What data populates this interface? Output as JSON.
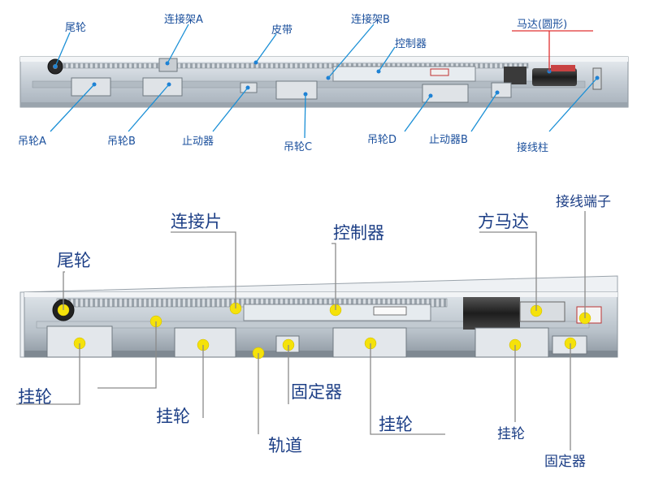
{
  "colors": {
    "callout_top": "#1a8fd6",
    "callout_bottom": "#8a8a8a",
    "marker_dot": "#f5e20a",
    "label_top": "#1a4f9c",
    "label_bottom": "#1d3f86",
    "motor_underline": "#e03030"
  },
  "top_diagram": {
    "labels": {
      "tail_wheel": "尾轮",
      "connector_a": "连接架A",
      "belt": "皮带",
      "connector_b": "连接架B",
      "controller": "控制器",
      "motor_round": "马达(圆形)",
      "hanger_a": "吊轮A",
      "hanger_b": "吊轮B",
      "stopper": "止动器",
      "hanger_c": "吊轮C",
      "hanger_d": "吊轮D",
      "stopper_b": "止动器B",
      "terminal_post": "接线柱"
    }
  },
  "bottom_diagram": {
    "labels": {
      "connector_plate": "连接片",
      "controller": "控制器",
      "square_motor": "方马达",
      "terminal_block": "接线端子",
      "tail_wheel": "尾轮",
      "hanger_1": "挂轮",
      "hanger_2": "挂轮",
      "fixer_1": "固定器",
      "hanger_3": "挂轮",
      "track": "轨道",
      "hanger_4": "挂轮",
      "fixer_2": "固定器"
    }
  }
}
